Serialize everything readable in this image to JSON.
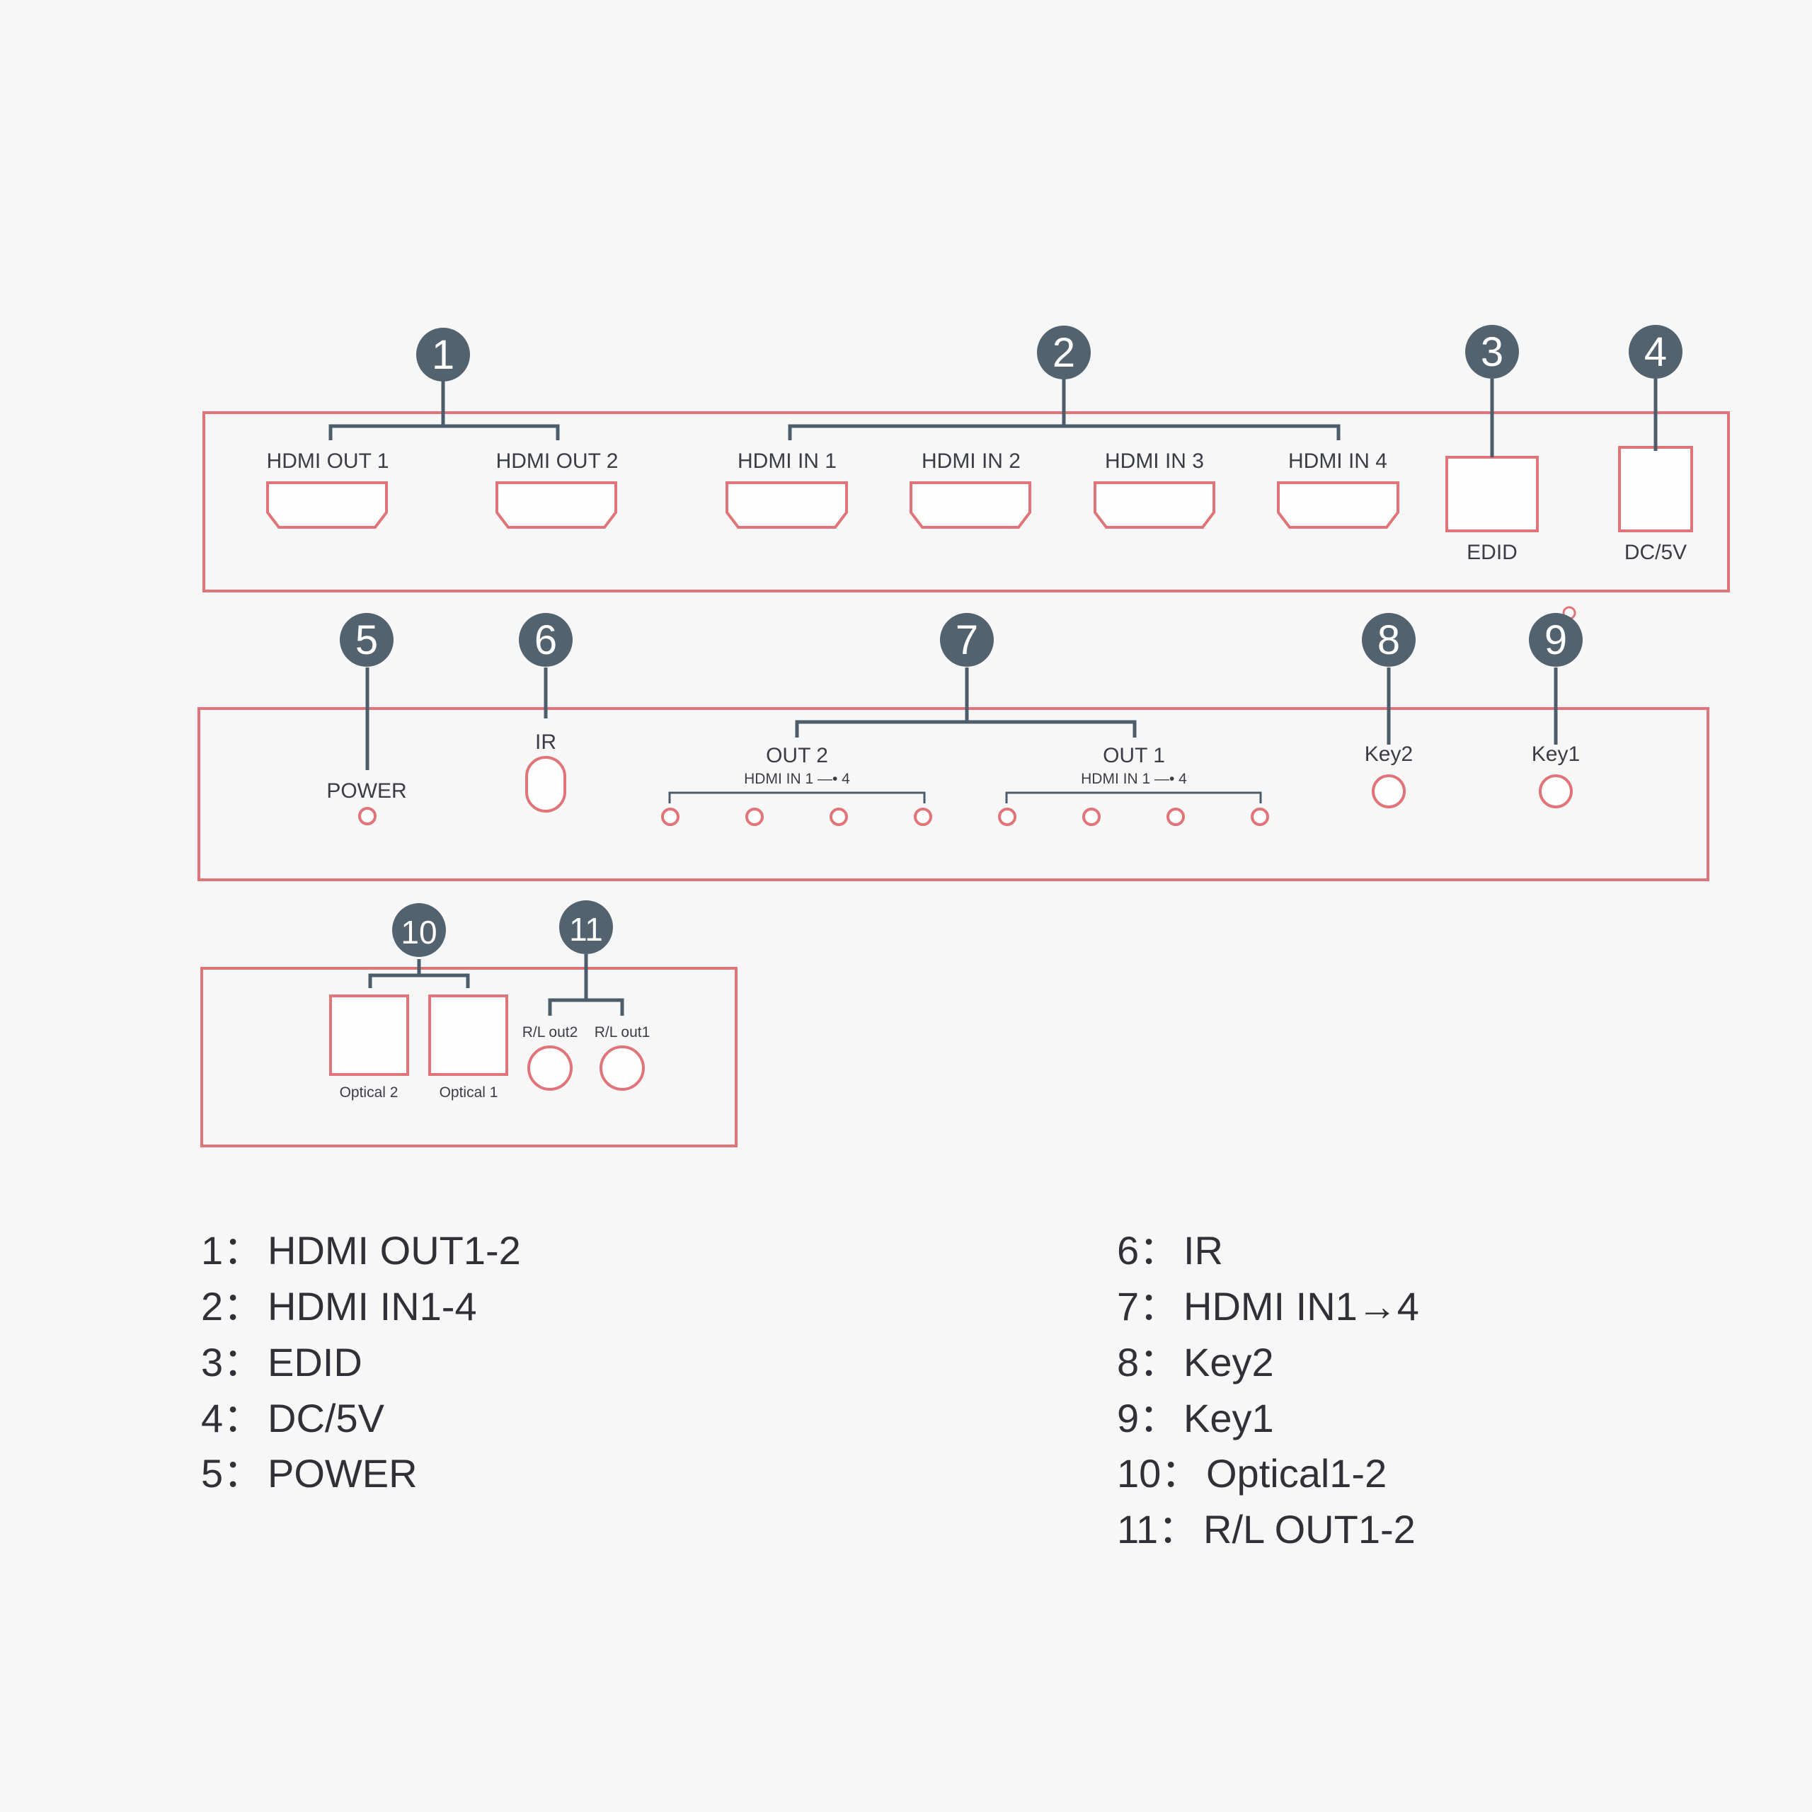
{
  "callouts": [
    "1",
    "2",
    "3",
    "4",
    "5",
    "6",
    "7",
    "8",
    "9",
    "10",
    "11"
  ],
  "top_panel": {
    "hdmi_out_1": "HDMI OUT 1",
    "hdmi_out_2": "HDMI OUT 2",
    "hdmi_in_1": "HDMI IN 1",
    "hdmi_in_2": "HDMI IN 2",
    "hdmi_in_3": "HDMI IN 3",
    "hdmi_in_4": "HDMI IN 4",
    "edid": "EDID",
    "dc5v": "DC/5V"
  },
  "front_panel": {
    "power": "POWER",
    "ir": "IR",
    "out2": "OUT 2",
    "out2_sub": "HDMI IN 1 —• 4",
    "out1": "OUT 1",
    "out1_sub": "HDMI IN 1 —• 4",
    "key2": "Key2",
    "key1": "Key1"
  },
  "audio_panel": {
    "optical2": "Optical 2",
    "optical1": "Optical 1",
    "rl_out2": "R/L out2",
    "rl_out1": "R/L out1"
  },
  "legend_left": [
    {
      "num": "1：",
      "text": "HDMI OUT1-2"
    },
    {
      "num": "2：",
      "text": "HDMI IN1-4"
    },
    {
      "num": "3：",
      "text": "EDID"
    },
    {
      "num": "4：",
      "text": "DC/5V"
    },
    {
      "num": "5：",
      "text": "POWER"
    }
  ],
  "legend_right": [
    {
      "num": "6：",
      "text": "IR"
    },
    {
      "num": "7：",
      "text": "HDMI IN1→4"
    },
    {
      "num": "8：",
      "text": "Key2"
    },
    {
      "num": "9：",
      "text": "Key1"
    },
    {
      "num": "10：",
      "text": "Optical1-2"
    },
    {
      "num": "11：",
      "text": "R/L OUT1-2"
    }
  ],
  "colors": {
    "panel_stroke": "#e07478",
    "callout": "#53626f",
    "background": "#f7f7f8"
  }
}
